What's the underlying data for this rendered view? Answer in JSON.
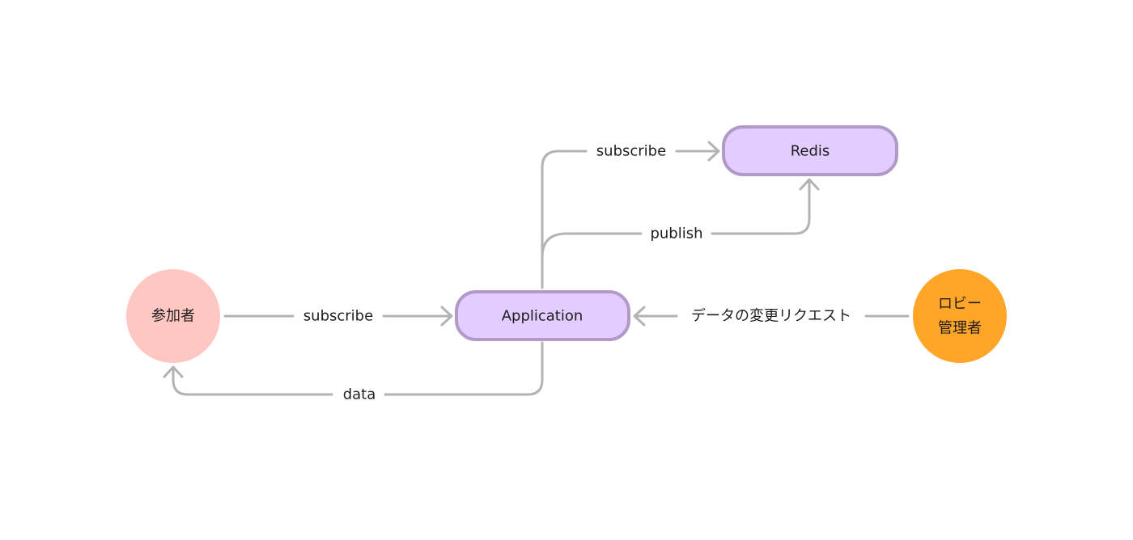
{
  "nodes": {
    "participant": {
      "label": "参加者",
      "color": "#ffc7c2"
    },
    "application": {
      "label": "Application",
      "color": "#e3ccff",
      "border": "#b29ac8"
    },
    "redis": {
      "label": "Redis",
      "color": "#e3ccff",
      "border": "#b29ac8"
    },
    "lobby_admin": {
      "label_line1": "ロビー",
      "label_line2": "管理者",
      "color": "#ffa629"
    }
  },
  "edges": {
    "participant_to_app": {
      "label": "subscribe"
    },
    "app_to_participant": {
      "label": "data"
    },
    "app_to_redis_subscribe": {
      "label": "subscribe"
    },
    "app_to_redis_publish": {
      "label": "publish"
    },
    "admin_to_app": {
      "label": "データの変更リクエスト"
    }
  },
  "edge_color": "#b3b3b3"
}
